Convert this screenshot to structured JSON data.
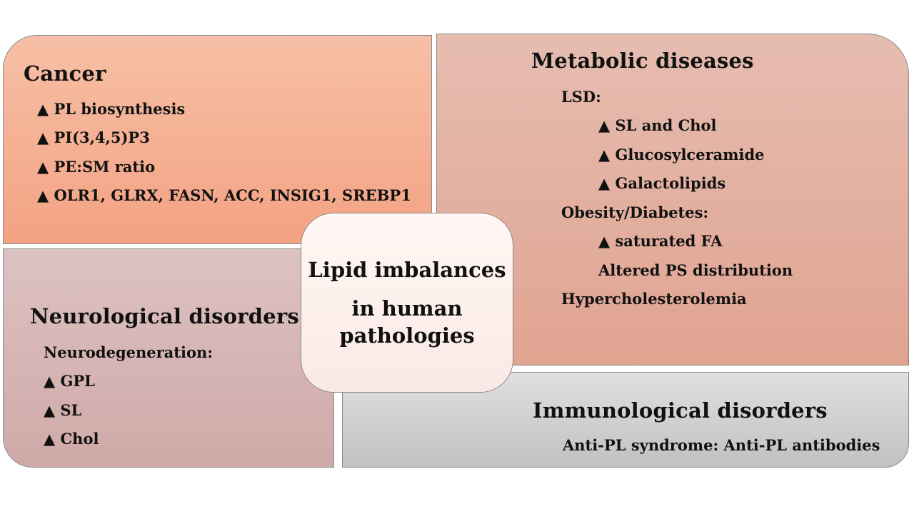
{
  "cancer": {
    "title": "Cancer",
    "items": [
      "▲ PL biosynthesis",
      "▲ PI(3,4,5)P3",
      "▲ PE:SM ratio",
      "▲ OLR1, GLRX, FASN, ACC, INSIG1, SREBP1"
    ]
  },
  "metabolic": {
    "title": "Metabolic diseases",
    "lsd_label": "LSD:",
    "lsd_items": [
      "▲ SL and Chol",
      "▲ Glucosylceramide",
      "▲ Galactolipids"
    ],
    "obesity_label": "Obesity/Diabetes:",
    "obesity_items": [
      "▲ saturated FA",
      "Altered PS distribution"
    ],
    "hyper_label": "Hypercholesterolemia"
  },
  "center": {
    "lines": [
      "Lipid imbalances",
      "in  human",
      "pathologies"
    ]
  },
  "neuro": {
    "title": "Neurological disorders",
    "subtitle": "Neurodegeneration:",
    "items": [
      "▲ GPL",
      "▲ SL",
      "▲ Chol"
    ]
  },
  "immuno": {
    "title": "Immunological disorders",
    "line": "Anti-PL syndrome: Anti-PL antibodies"
  },
  "colors": {
    "cancer": "#f4a283",
    "metabolic": "#e0a390",
    "neuro": "#cfa9a7",
    "immuno": "#c1c1c1",
    "center": "#fdf1ee"
  }
}
